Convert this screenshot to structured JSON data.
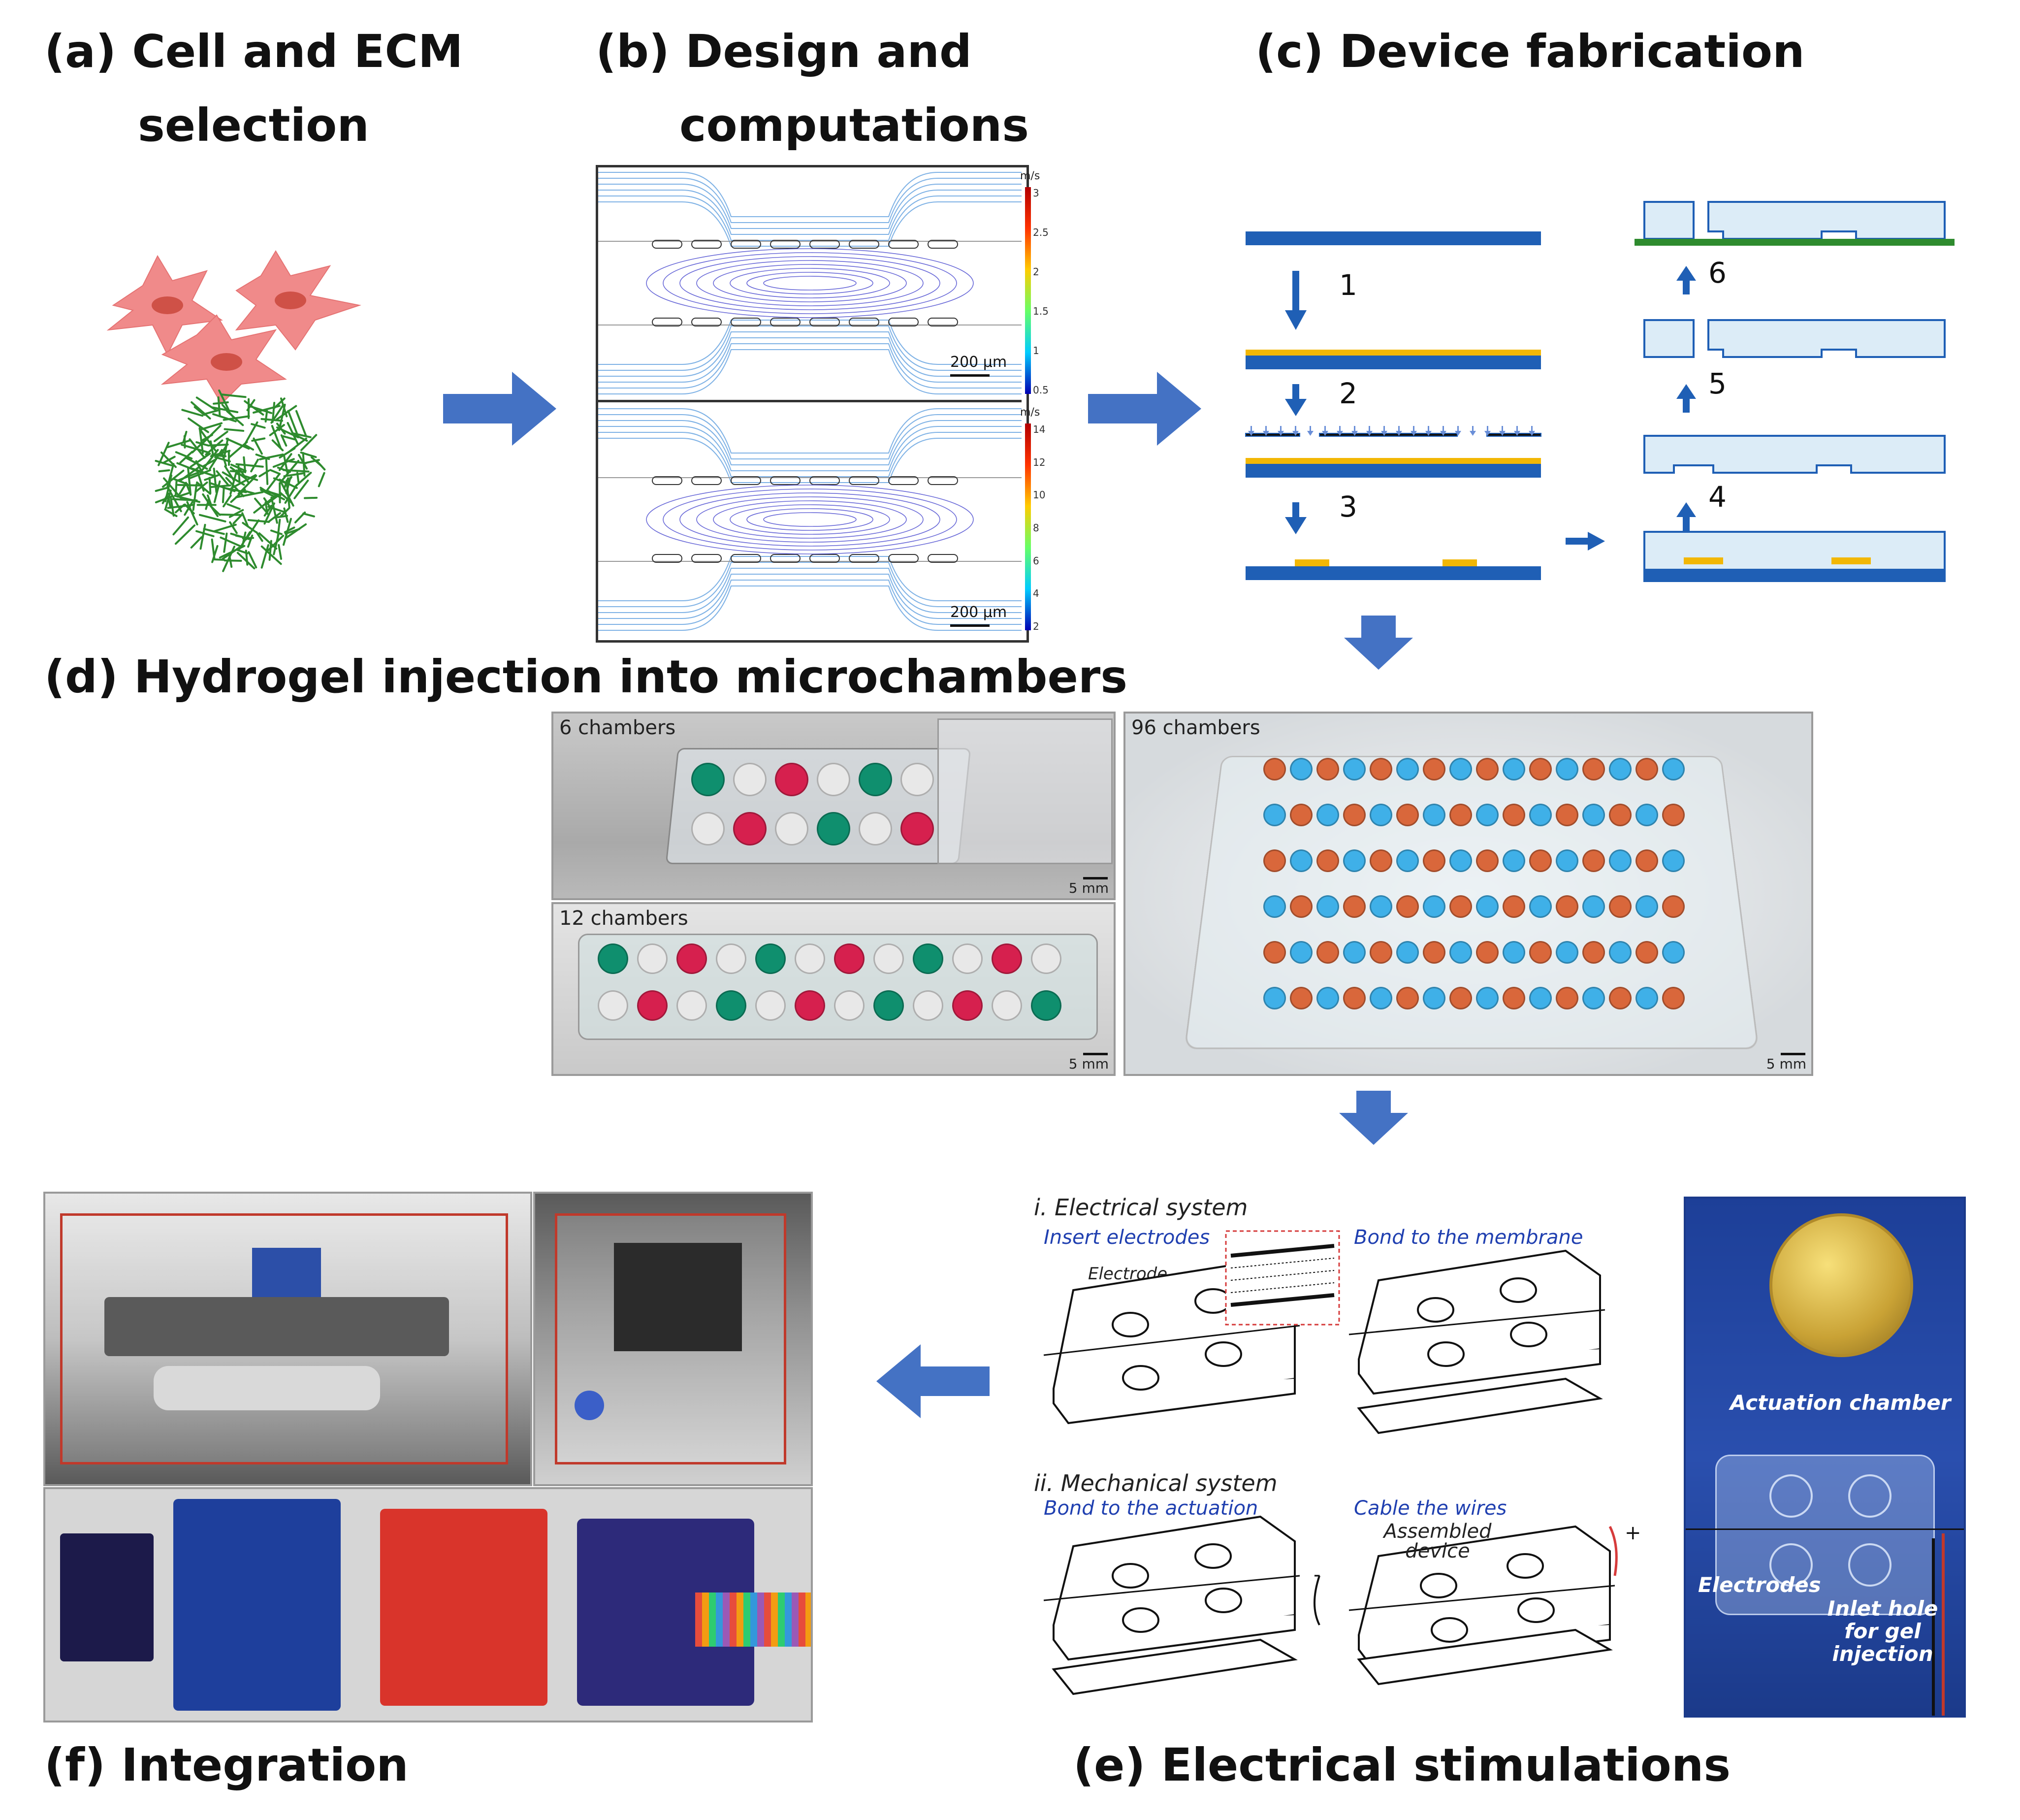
{
  "panels": {
    "a": {
      "title_line1": "(a)  Cell and ECM",
      "title_line2": "selection"
    },
    "b": {
      "title_line1": "(b) Design and",
      "title_line2": "computations",
      "sim_top_scale": "200 µm",
      "sim_bottom_scale": "200 µm",
      "colorbar_top_unit": "m/s",
      "colorbar_top_ticks": [
        "3",
        "2.5",
        "2",
        "1.5",
        "1",
        "0.5"
      ],
      "colorbar_bottom_unit": "m/s",
      "colorbar_bottom_ticks": [
        "14",
        "12",
        "10",
        "8",
        "6",
        "4",
        "2"
      ]
    },
    "c": {
      "title": "(c) Device fabrication",
      "steps": [
        "1",
        "2",
        "3",
        "4",
        "5",
        "6"
      ]
    },
    "d": {
      "title": "(d) Hydrogel injection into microchambers",
      "photo1_label": "6 chambers",
      "photo2_label": "12 chambers",
      "photo3_label": "96 chambers",
      "scale": "5 mm"
    },
    "e": {
      "title": "(e) Electrical stimulations",
      "section_i": "i. Electrical system",
      "insert_electrodes": "Insert electrodes",
      "bond_membrane": "Bond to the membrane",
      "anchoring": "Electrode anchoring walls",
      "section_ii": "ii. Mechanical system",
      "bond_actuation": "Bond to the actuation",
      "cable_wires": "Cable the wires",
      "assembled": "Assembled device",
      "plus": "+",
      "minus": "-",
      "actuation_chamber": "Actuation chamber",
      "electrodes": "Electrodes",
      "inlet_hole": "Inlet hole for gel injection"
    },
    "f": {
      "title": "(f) Integration"
    }
  },
  "colors": {
    "arrow": "#4472c4",
    "substrate": "#1f5fb5",
    "gold": "#f2b705",
    "pdms": "#dcecf7",
    "green": "#2e8b2e"
  }
}
